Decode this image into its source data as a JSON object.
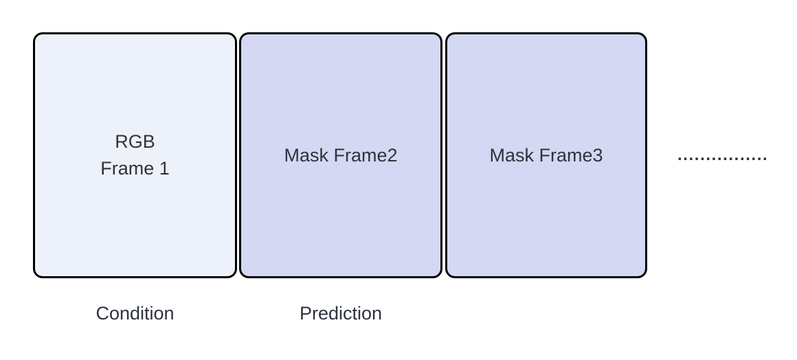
{
  "diagram": {
    "boxes": [
      {
        "label": "RGB\nFrame 1"
      },
      {
        "label": "Mask Frame2"
      },
      {
        "label": "Mask Frame3"
      }
    ],
    "captions": [
      {
        "text": "Condition"
      },
      {
        "text": "Prediction"
      }
    ],
    "ellipsis": "................",
    "colors": {
      "canvas_bg": "#ffffff",
      "condition_fill": "#edf1fa",
      "mask_fill": "#d5d8f2",
      "box_border": "#000000",
      "text": "#2e333c"
    }
  }
}
